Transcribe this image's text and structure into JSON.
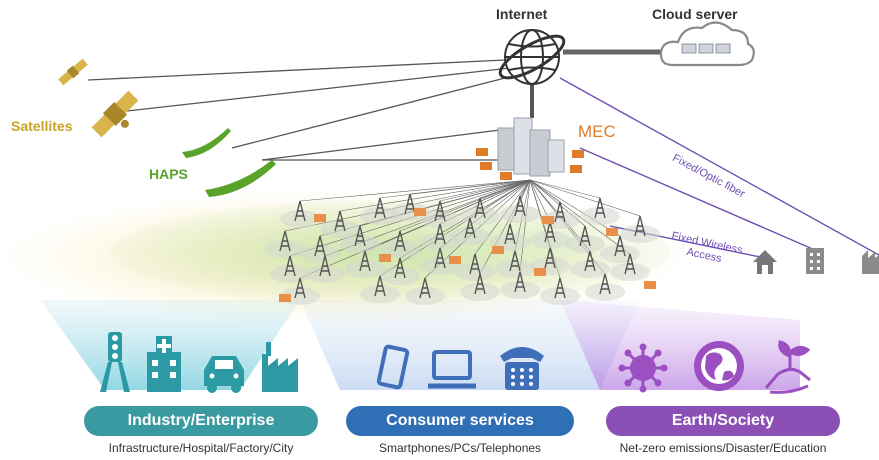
{
  "nodes": {
    "internet": "Internet",
    "cloud": "Cloud server",
    "satellites": "Satellites",
    "haps": "HAPS",
    "mec": "MEC"
  },
  "links": {
    "fiber": "Fixed/Optic fiber",
    "fwa_line1": "Fixed Wireless",
    "fwa_line2": "Access"
  },
  "categories": [
    {
      "title": "Industry/Enterprise",
      "subtitle": "Infrastructure/Hospital/Factory/City",
      "color": "#3a9aa2"
    },
    {
      "title": "Consumer services",
      "subtitle": "Smartphones/PCs/Telephones",
      "color": "#2f6fb5"
    },
    {
      "title": "Earth/Society",
      "subtitle": "Net-zero emissions/Disaster/Education",
      "color": "#8b4fb5"
    }
  ],
  "colors": {
    "satellite": "#c9a227",
    "haps": "#5aa32a",
    "mec": "#e07b2a",
    "fiber": "#6f4fb5",
    "tower": "#555555",
    "industry_icon": "#2b9aa5",
    "consumer_icon": "#3f6fb8",
    "earth_icon": "#9b4fc0"
  }
}
